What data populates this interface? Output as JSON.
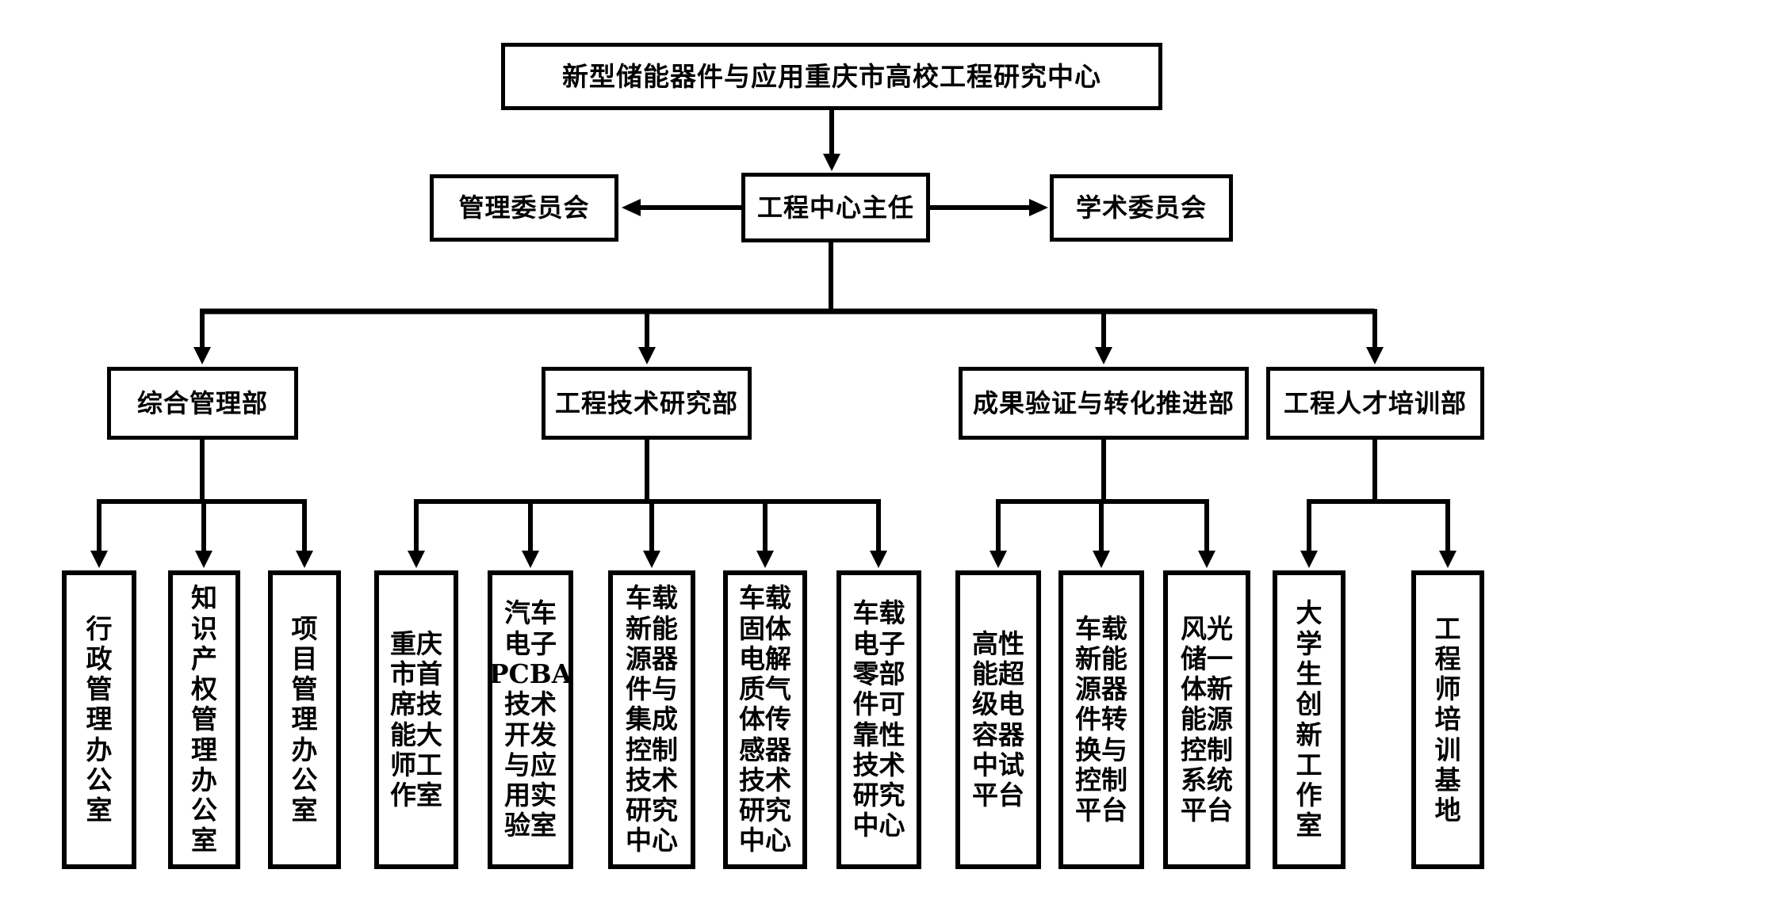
{
  "org": {
    "root": {
      "label": "新型储能器件与应用重庆市高校工程研究中心"
    },
    "director": {
      "label": "工程中心主任"
    },
    "committees": [
      {
        "label": "管理委员会"
      },
      {
        "label": "学术委员会"
      }
    ],
    "departments": [
      {
        "label": "综合管理部",
        "children": [
          {
            "label": "行政管理办公室",
            "lines": "行\n政\n管\n理\n办\n公\n室"
          },
          {
            "label": "知识产权管理办公室",
            "lines": "知\n识\n产\n权\n管\n理\n办\n公\n室"
          },
          {
            "label": "项目管理办公室",
            "lines": "项\n目\n管\n理\n办\n公\n室"
          }
        ]
      },
      {
        "label": "工程技术研究部",
        "children": [
          {
            "label": "重庆市首席技能大师工作室",
            "lines": "重庆\n市首\n席技\n能大\n师工\n作室"
          },
          {
            "label": "汽车电子PCBA技术开发与应用实验室",
            "lines": "汽车\n电子\nPCBA\n技术\n开发\n与应\n用实\n验室"
          },
          {
            "label": "车载新能源器件与集成控制技术研究中心",
            "lines": "车载\n新能\n源器\n件与\n集成\n控制\n技术\n研究\n中心"
          },
          {
            "label": "车载固体电解质气体传感器技术研究中心",
            "lines": "车载\n固体\n电解\n质气\n体传\n感器\n技术\n研究\n中心"
          },
          {
            "label": "车载电子零部件可靠性技术研究中心",
            "lines": "车载\n电子\n零部\n件可\n靠性\n技术\n研究\n中心"
          }
        ]
      },
      {
        "label": "成果验证与转化推进部",
        "children": [
          {
            "label": "高性能超级电容器中试平台",
            "lines": "高性\n能超\n级电\n容器\n中试\n平台"
          },
          {
            "label": "车载新能源器件转换与控制平台",
            "lines": "车载\n新能\n源器\n件转\n换与\n控制\n平台"
          },
          {
            "label": "风光储一体新能源控制系统平台",
            "lines": "风光\n储一\n体新\n能源\n控制\n系统\n平台"
          }
        ]
      },
      {
        "label": "工程人才培训部",
        "children": [
          {
            "label": "大学生创新工作室",
            "lines": "大\n学\n生\n创\n新\n工\n作\n室"
          },
          {
            "label": "工程师培训基地",
            "lines": "工\n程\n师\n培\n训\n基\n地"
          }
        ]
      }
    ],
    "colors": {
      "line": "#000000",
      "background": "#ffffff",
      "text": "#000000"
    }
  }
}
